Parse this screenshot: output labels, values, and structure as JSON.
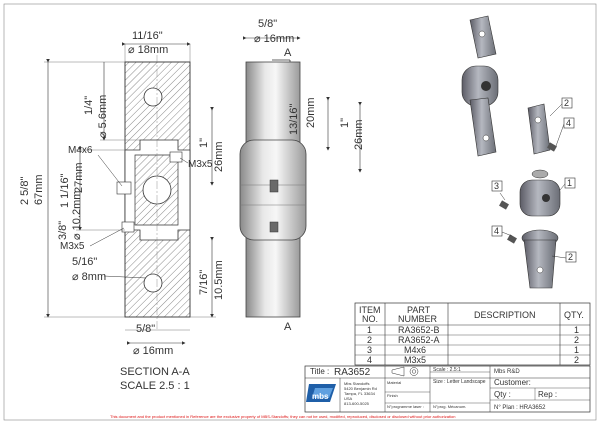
{
  "section_view": {
    "top_width": "11/16\"",
    "top_width_mm": "⌀ 18mm",
    "upper_gap": "1/4\"",
    "upper_gap_mm": "⌀ 5.6mm",
    "overall_height": "2 5/8\"",
    "overall_height_mm": "67mm",
    "center_height": "1 1/16\"",
    "center_height_mm": "27mm",
    "screw_a": "M4x6",
    "screw_b": "M3x5",
    "screw_c": "M3x5",
    "bore": "3/8\"",
    "bore_mm": "⌀ 10.2mm",
    "lower_hole": "5/16\"",
    "lower_hole_mm": "⌀ 8mm",
    "right_height": "1\"",
    "right_height_mm": "26mm",
    "lower_height": "7/16\"",
    "lower_height_mm": "10.5mm",
    "bottom_width": "5/8\"",
    "bottom_width_mm": "⌀ 16mm",
    "caption_line1": "SECTION A-A",
    "caption_line2": "SCALE 2.5 : 1"
  },
  "side_view": {
    "top_width": "5/8\"",
    "top_width_mm": "⌀ 16mm",
    "section_mark": "A",
    "mid_height": "13/16\"",
    "mid_height_mm": "20mm",
    "full_height": "1\"",
    "full_height_mm": "26mm"
  },
  "balloons": [
    "1",
    "2",
    "3",
    "4"
  ],
  "bom": {
    "headers": [
      "ITEM NO.",
      "PART NUMBER",
      "DESCRIPTION",
      "QTY."
    ],
    "header_item_line1": "ITEM",
    "header_item_line2": "NO.",
    "header_part_line1": "PART",
    "header_part_line2": "NUMBER",
    "rows": [
      {
        "item": "1",
        "part": "RA3652-B",
        "desc": "",
        "qty": "1"
      },
      {
        "item": "2",
        "part": "RA3652-A",
        "desc": "",
        "qty": "2"
      },
      {
        "item": "3",
        "part": "M4x6",
        "desc": "",
        "qty": "1"
      },
      {
        "item": "4",
        "part": "M3x5",
        "desc": "",
        "qty": "2"
      }
    ]
  },
  "title_block": {
    "title_label": "Title :",
    "title": "RA3652",
    "scale": "Scale : 2.5:1",
    "size": "Size : Letter Landscape",
    "company": "Mbs R&D",
    "customer": "Customer:",
    "qty": "Qty :",
    "rep": "Rep :",
    "plan": "N° Plan : HRA3652",
    "material": "Material",
    "finish": "Finish",
    "prog_laser": "N°programme laser :",
    "prog_mecanum": "N°prog. Mécanum.",
    "logo_text": "mbs",
    "address": [
      "Mbs Standoffs",
      "5420 Benjamin Rd",
      "Tampa, FL 33634",
      "USA",
      "813-600-5025"
    ],
    "disclaimer": "This document and the product mentioned in Reference are the exclusive property of MBS-Standoffs; they can not be used, modified, reproduced, disclosed or disclosed without prior authorization"
  }
}
